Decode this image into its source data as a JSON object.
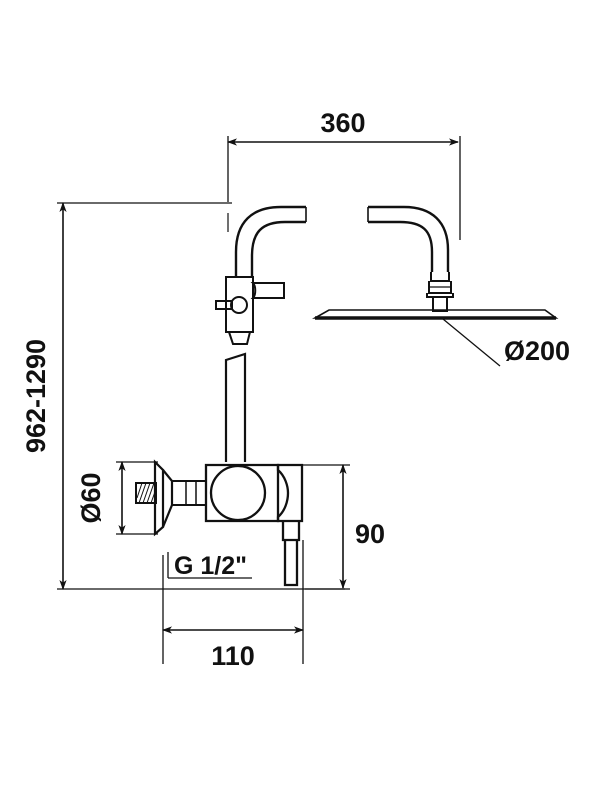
{
  "drawing": {
    "title": "Shower mixer technical dimension drawing",
    "units": "mm",
    "line_color": "#111111",
    "background_color": "#ffffff"
  },
  "dimensions": {
    "spout_reach": "360",
    "install_height_range": "962-1290",
    "shower_head_diameter": "Ø200",
    "flange_diameter": "Ø60",
    "thread_spec": "G 1/2\"",
    "valve_to_floor": "90",
    "valve_offset": "110"
  },
  "labels": [
    {
      "name": "spout-reach",
      "text": "360"
    },
    {
      "name": "install-height",
      "text": "962-1290"
    },
    {
      "name": "head-diameter",
      "text": "Ø200"
    },
    {
      "name": "flange-diameter",
      "text": "Ø60"
    },
    {
      "name": "thread-size",
      "text": "G 1/2\""
    },
    {
      "name": "valve-height",
      "text": "90"
    },
    {
      "name": "valve-width",
      "text": "110"
    }
  ],
  "parts": [
    {
      "name": "shower-arm",
      "label": "curved shower arm"
    },
    {
      "name": "shower-head",
      "label": "flat round shower head"
    },
    {
      "name": "wall-bracket",
      "label": "wall bracket with diverter"
    },
    {
      "name": "riser-pipe",
      "label": "riser pipe"
    },
    {
      "name": "mixer-valve-body",
      "label": "mixer valve body"
    },
    {
      "name": "wall-flange",
      "label": "wall flange escutcheon"
    },
    {
      "name": "lever-handle",
      "label": "lever handle"
    }
  ]
}
